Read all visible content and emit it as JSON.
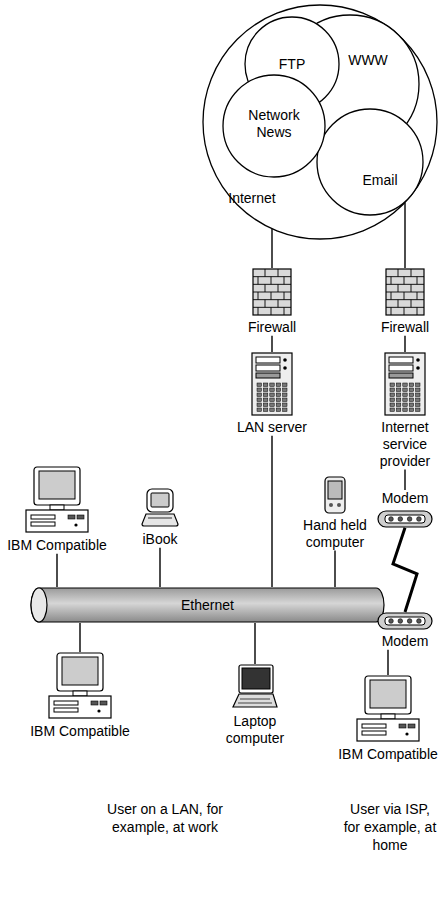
{
  "diagram": {
    "nodes": [
      {
        "text": [
          "Internet"
        ]
      },
      {
        "text": [
          "FTP"
        ],
        "in": 0
      },
      {
        "text": [
          "WWW"
        ],
        "in": 0
      },
      {
        "text": [
          "Network News"
        ],
        "in": 0
      },
      {
        "text": [
          "Email"
        ],
        "in": 0
      },
      {
        "text": [
          "Firewall"
        ]
      },
      {
        "text": [
          "Firewall"
        ]
      },
      {
        "text": [
          "LAN server"
        ]
      },
      {
        "text": [
          "Internet service provider"
        ]
      },
      {
        "text": [
          "Modem"
        ]
      },
      {
        "text": [
          "IBM Compatible"
        ]
      },
      {
        "text": [
          "iBook"
        ]
      },
      {
        "text": [
          "Hand held computer"
        ]
      },
      {
        "text": [
          "Ethernet"
        ]
      },
      {
        "text": [
          "Modem"
        ]
      },
      {
        "text": [
          "IBM Compatible"
        ]
      },
      {
        "text": [
          "Laptop computer"
        ]
      },
      {
        "text": [
          "IBM Compatible"
        ]
      }
    ],
    "edges": [
      {
        "from": 0,
        "to": 5,
        "arrow": "none"
      },
      {
        "from": 0,
        "to": 6,
        "arrow": "none"
      },
      {
        "from": 5,
        "to": 7,
        "arrow": "none"
      },
      {
        "from": 6,
        "to": 8,
        "arrow": "none"
      },
      {
        "from": 7,
        "to": 13,
        "arrow": "none"
      },
      {
        "from": 8,
        "to": 9,
        "arrow": "none"
      },
      {
        "from": 10,
        "to": 13,
        "arrow": "none"
      },
      {
        "from": 11,
        "to": 13,
        "arrow": "none"
      },
      {
        "from": 12,
        "to": 13,
        "arrow": "none"
      },
      {
        "from": 13,
        "to": 15,
        "arrow": "none"
      },
      {
        "from": 13,
        "to": 16,
        "arrow": "none"
      },
      {
        "from": 9,
        "to": 14,
        "arrow": "none"
      },
      {
        "from": 14,
        "to": 17,
        "arrow": "none"
      }
    ],
    "labels": [
      "User on a LAN, for example, at work",
      "User via ISP, for example, at home"
    ]
  }
}
